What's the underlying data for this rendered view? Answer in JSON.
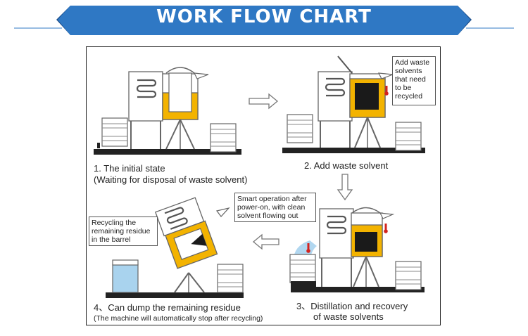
{
  "header": {
    "title": "WORK FLOW CHART"
  },
  "colors": {
    "banner": "#2f78c4",
    "banner_dark": "#1c4f8c",
    "liquid": "#f3b300",
    "residue": "#1a1a1a",
    "outline": "#666666",
    "arrow": "#666666",
    "heat": "#d3231e",
    "recycled_liquid": "#a9d3ee"
  },
  "steps": [
    {
      "title": "1. The initial state",
      "subtitle": "(Waiting for disposal of waste solvent)"
    },
    {
      "title": "2. Add waste solvent",
      "note": [
        "Add waste",
        "solvents",
        "that need",
        "to be",
        "recycled"
      ]
    },
    {
      "title": "3、Distillation and recovery",
      "title_line2": "of waste solvents",
      "note": [
        "Smart operation after",
        "power-on, with clean",
        "solvent flowing out"
      ]
    },
    {
      "title": "4、Can dump the remaining residue",
      "subtitle": "(The machine will automatically stop after recycling)",
      "note": [
        "Recycling the",
        "remaining residue",
        "in the barrel"
      ]
    }
  ],
  "icons": [
    "arrow-right-icon",
    "arrow-down-icon",
    "arrow-left-icon",
    "thermometer-icon",
    "barrel-icon",
    "machine-icon"
  ]
}
